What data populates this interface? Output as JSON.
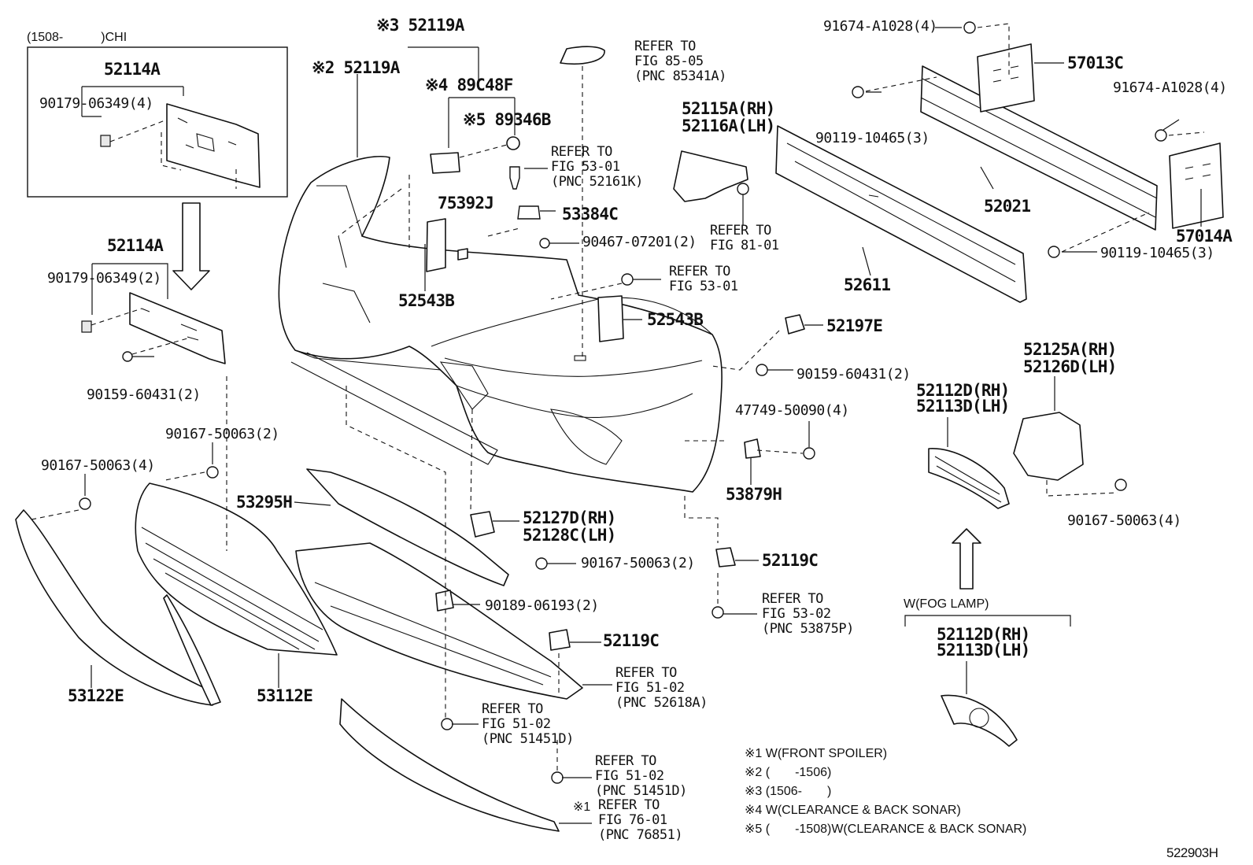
{
  "diagram_id": "522903H",
  "inset": {
    "range_label": "(1508-　　　)CHI",
    "part": "52114A",
    "fastener": "90179-06349(4)"
  },
  "callouts": {
    "c52119A_3": "※3 52119A",
    "c52119A_2": "※2 52119A",
    "c89C48F": "※4 89C48F",
    "c89346B": "※5 89346B",
    "c75392J": "75392J",
    "c52543B_a": "52543B",
    "c52543B_b": "52543B",
    "c53384C": "53384C",
    "c90467": "90467-07201(2)",
    "c52114A": "52114A",
    "c90179": "90179-06349(2)",
    "c90159a": "90159-60431(2)",
    "c90159b": "90159-60431(2)",
    "c52115A": "52115A(RH)",
    "c52116A": "52116A(LH)",
    "c91674a": "91674-A1028(4)",
    "c91674b": "91674-A1028(4)",
    "c57013C": "57013C",
    "c57014A": "57014A",
    "c90119a": "90119-10465(3)",
    "c90119b": "90119-10465(3)",
    "c52021": "52021",
    "c52611": "52611",
    "c52197E": "52197E",
    "c47749": "47749-50090(4)",
    "c53879H": "53879H",
    "c52125A": "52125A(RH)",
    "c52126D": "52126D(LH)",
    "c52112D_a": "52112D(RH)",
    "c52113D_a": "52113D(LH)",
    "c52112D_b": "52112D(RH)",
    "c52113D_b": "52113D(LH)",
    "c90167_4a": "90167-50063(4)",
    "c90167_4b": "90167-50063(4)",
    "c90167_2a": "90167-50063(2)",
    "c90167_2b": "90167-50063(2)",
    "c53295H": "53295H",
    "c52127D": "52127D(RH)",
    "c52128C": "52128C(LH)",
    "c52119C_a": "52119C",
    "c52119C_b": "52119C",
    "c90189": "90189-06193(2)",
    "c53122E": "53122E",
    "c53112E": "53112E",
    "fog_lamp": "W(FOG LAMP)",
    "star1": "※1"
  },
  "references": {
    "r85": [
      "REFER TO",
      "FIG 85-05",
      "(PNC 85341A)"
    ],
    "r53a": [
      "REFER TO",
      "FIG 53-01",
      "(PNC 52161K)"
    ],
    "r53b": [
      "REFER TO",
      "FIG 53-01"
    ],
    "r81": [
      "REFER TO",
      "FIG 81-01"
    ],
    "r5302": [
      "REFER TO",
      "FIG 53-02",
      "(PNC 53875P)"
    ],
    "r5102a": [
      "REFER TO",
      "FIG 51-02",
      "(PNC 52618A)"
    ],
    "r5102b": [
      "REFER TO",
      "FIG 51-02",
      "(PNC 51451D)"
    ],
    "r5102c": [
      "REFER TO",
      "FIG 51-02",
      "(PNC 51451D)"
    ],
    "r76": [
      "REFER TO",
      "FIG 76-01",
      "(PNC 76851)"
    ]
  },
  "notes": [
    "※1 W(FRONT SPOILER)",
    "※2 (　　-1506)",
    "※3 (1506-　　)",
    "※4 W(CLEARANCE & BACK SONAR)",
    "※5 (　　-1508)W(CLEARANCE & BACK SONAR)"
  ]
}
